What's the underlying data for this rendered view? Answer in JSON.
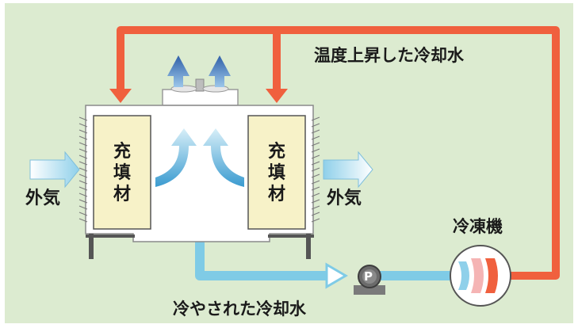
{
  "labels": {
    "heated_water": "温度上昇した冷却水",
    "cooled_water": "冷やされた冷却水",
    "chiller": "冷凍機",
    "outside_air_left": "外気",
    "outside_air_right": "外気",
    "fill_left": [
      "充",
      "填",
      "材"
    ],
    "fill_right": [
      "充",
      "填",
      "材"
    ],
    "pump": "P"
  },
  "colors": {
    "background": "#dcebd0",
    "hot_pipe": "#f0603e",
    "cold_pipe": "#7fcbe6",
    "fill_material": "#f7f2c8",
    "tower_body": "#ffffff",
    "air_arrow": "#bfe4f2",
    "exhaust_arrow": "#3f72b8"
  }
}
